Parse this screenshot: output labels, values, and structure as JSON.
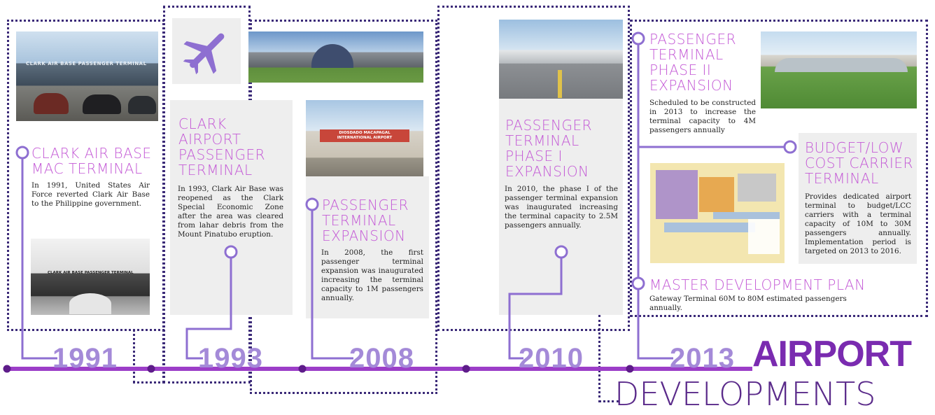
{
  "colors": {
    "accent": "#c45ad6",
    "timeline": "#9c3ec8",
    "connector": "#8e6fd1",
    "frame": "#3b2a78",
    "year": "#a48ad8",
    "title": "#7a2bb0"
  },
  "title": {
    "line1": "AIRPORT",
    "line2": "DEVELOPMENTS"
  },
  "milestones": [
    {
      "year": "1991",
      "heading": "CLARK AIR BASE MAC TERMINAL",
      "text": "In 1991, United States Air Force reverted Clark Air Base to the Philippine government.",
      "photo_caption": "CLARK AIR BASE PASSENGER TERMINAL",
      "photo2_caption": "CLARK AIR BASE PASSENGER TERMINAL"
    },
    {
      "year": "1993",
      "heading": "CLARK AIRPORT PASSENGER TERMINAL",
      "text": "In 1993, Clark Air Base was reopened as the Clark Special Economic Zone after the area was cleared from lahar debris from the Mount Pinatubo eruption.",
      "icon": "airplane-icon"
    },
    {
      "year": "2008",
      "heading": "PASSENGER TERMINAL EXPANSION",
      "text": "In 2008, the first passenger terminal expansion was inaugurated increasing the terminal capacity to 1M passengers annually.",
      "photo_caption": "DIOSDADO MACAPAGAL INTERNATIONAL AIRPORT"
    },
    {
      "year": "2010",
      "heading": "PASSENGER TERMINAL PHASE I EXPANSION",
      "text": "In 2010, the phase I of the passenger terminal expansion was inaugurated increasing the terminal capacity to 2.5M passengers annually."
    },
    {
      "year": "2013",
      "phase2": {
        "heading": "PASSENGER TERMINAL PHASE II EXPANSION",
        "text": "Scheduled to be constructed in 2013 to increase the terminal capacity to 4M passengers annually"
      },
      "budget": {
        "heading": "BUDGET/LOW COST CARRIER TERMINAL",
        "text": "Provides dedicated airport terminal to budget/LCC carriers with a terminal capacity of 10M to 30M passengers annually. Implementation period is targeted on 2013 to 2016."
      },
      "master": {
        "heading": "MASTER DEVELOPMENT PLAN",
        "text": "Gateway Terminal 60M to 80M estimated passengers annually."
      }
    }
  ]
}
